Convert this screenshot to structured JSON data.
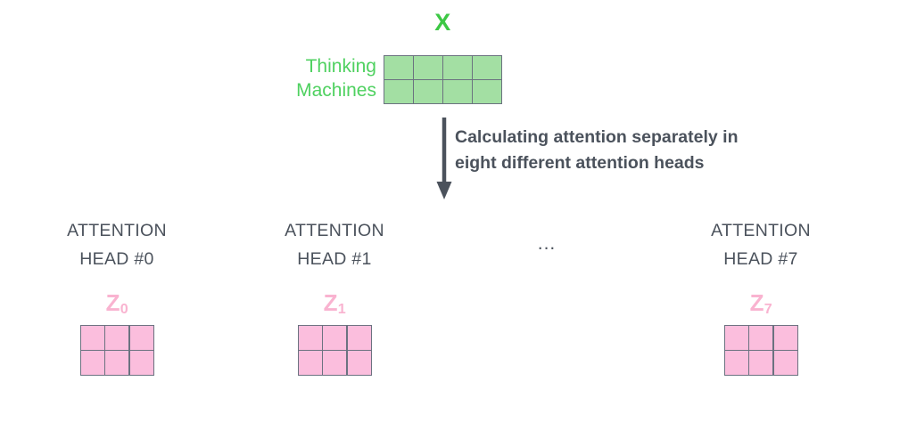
{
  "diagram": {
    "title_symbol": "X",
    "input": {
      "row_labels": [
        "Thinking",
        "Machines"
      ],
      "matrix": {
        "rows": 2,
        "cols": 4,
        "fill_color": "#a3dfa3",
        "border_color": "#6b7280"
      },
      "label_color": "#4fd160",
      "symbol_color": "#3dc845"
    },
    "flow": {
      "arrow_icon": "down-arrow-icon",
      "arrow_color": "#4b525c",
      "caption_lines": [
        "Calculating attention separately in",
        "eight different attention heads"
      ],
      "caption_color": "#4b525c"
    },
    "ellipsis": "...",
    "heads": [
      {
        "title_lines": [
          "ATTENTION",
          "HEAD #0"
        ],
        "output_symbol": "Z",
        "output_subscript": "0",
        "matrix": {
          "rows": 2,
          "cols": 3,
          "fill_color": "#fbbedd",
          "border_color": "#6b7280"
        }
      },
      {
        "title_lines": [
          "ATTENTION",
          "HEAD #1"
        ],
        "output_symbol": "Z",
        "output_subscript": "1",
        "matrix": {
          "rows": 2,
          "cols": 3,
          "fill_color": "#fbbedd",
          "border_color": "#6b7280"
        }
      },
      {
        "title_lines": [
          "ATTENTION",
          "HEAD #7"
        ],
        "output_symbol": "Z",
        "output_subscript": "7",
        "matrix": {
          "rows": 2,
          "cols": 3,
          "fill_color": "#fbbedd",
          "border_color": "#6b7280"
        }
      }
    ],
    "colors": {
      "background": "#ffffff",
      "text_dark": "#4b525c",
      "green_accent": "#3dc845",
      "pink_accent": "#f9b3d0"
    }
  }
}
